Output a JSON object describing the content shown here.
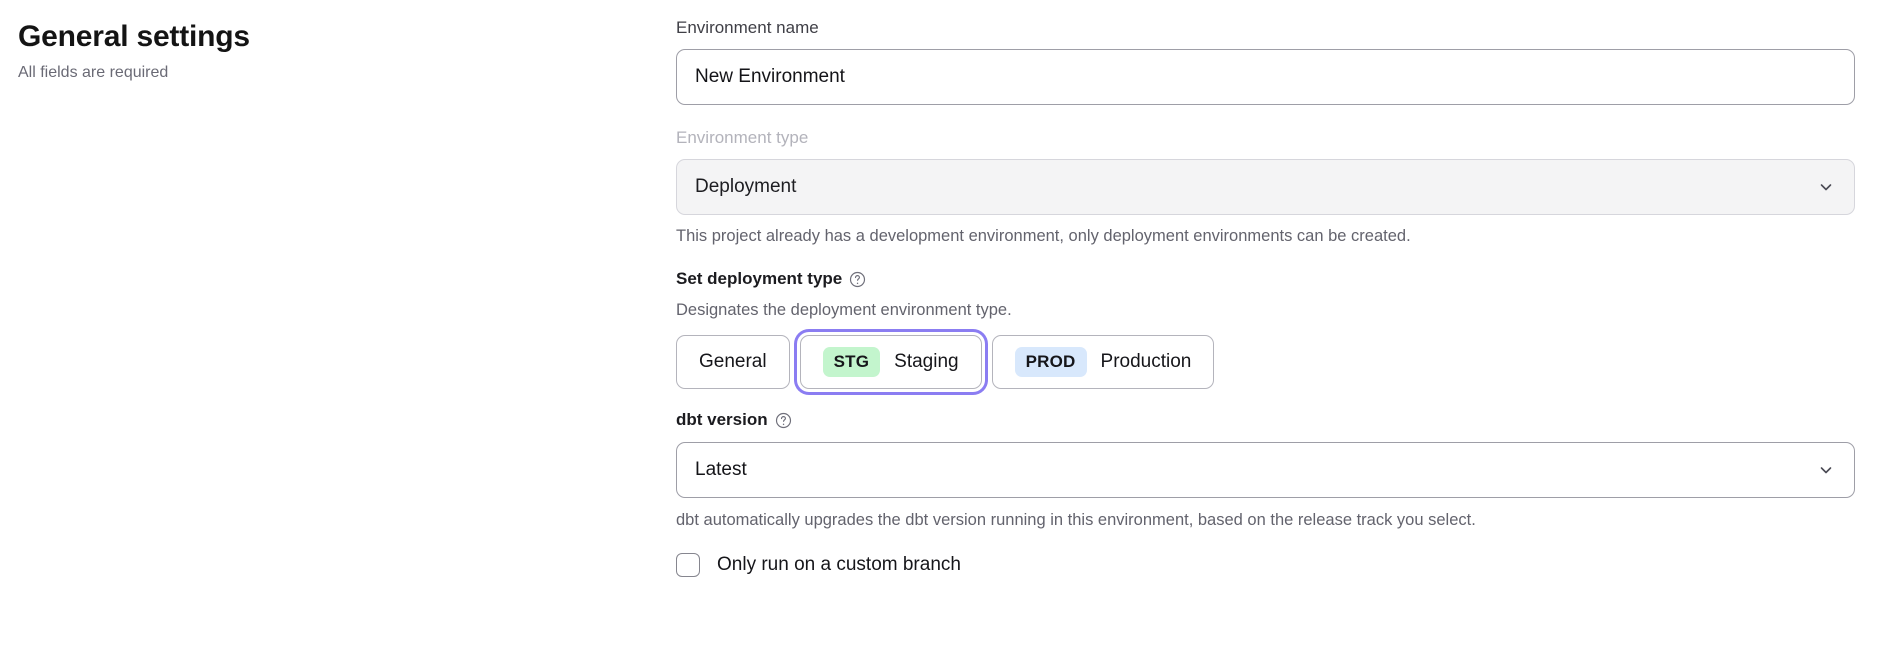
{
  "header": {
    "title": "General settings",
    "subtitle": "All fields are required"
  },
  "form": {
    "environment_name": {
      "label": "Environment name",
      "value": "New Environment",
      "placeholder": "Environment name"
    },
    "environment_type": {
      "label": "Environment type",
      "value": "Deployment",
      "disabled": true,
      "helper": "This project already has a development environment, only deployment environments can be created.",
      "chevron_icon": "chevron-down-icon"
    },
    "deployment_type": {
      "label": "Set deployment type",
      "help_icon": "question-circle-icon",
      "helper": "Designates the deployment environment type.",
      "options": [
        {
          "badge": "",
          "label": "General",
          "selected": false,
          "badge_color": ""
        },
        {
          "badge": "STG",
          "label": "Staging",
          "selected": true,
          "badge_color": "#c3f5cd"
        },
        {
          "badge": "PROD",
          "label": "Production",
          "selected": false,
          "badge_color": "#d8e8fc"
        }
      ],
      "selected_value": "Staging",
      "focus_ring_color": "#8b7df2"
    },
    "dbt_version": {
      "label": "dbt version",
      "help_icon": "question-circle-icon",
      "value": "Latest",
      "helper": "dbt automatically upgrades the dbt version running in this environment, based on the release track you select.",
      "chevron_icon": "chevron-down-icon"
    },
    "custom_branch": {
      "label": "Only run on a custom branch",
      "checked": false
    }
  }
}
